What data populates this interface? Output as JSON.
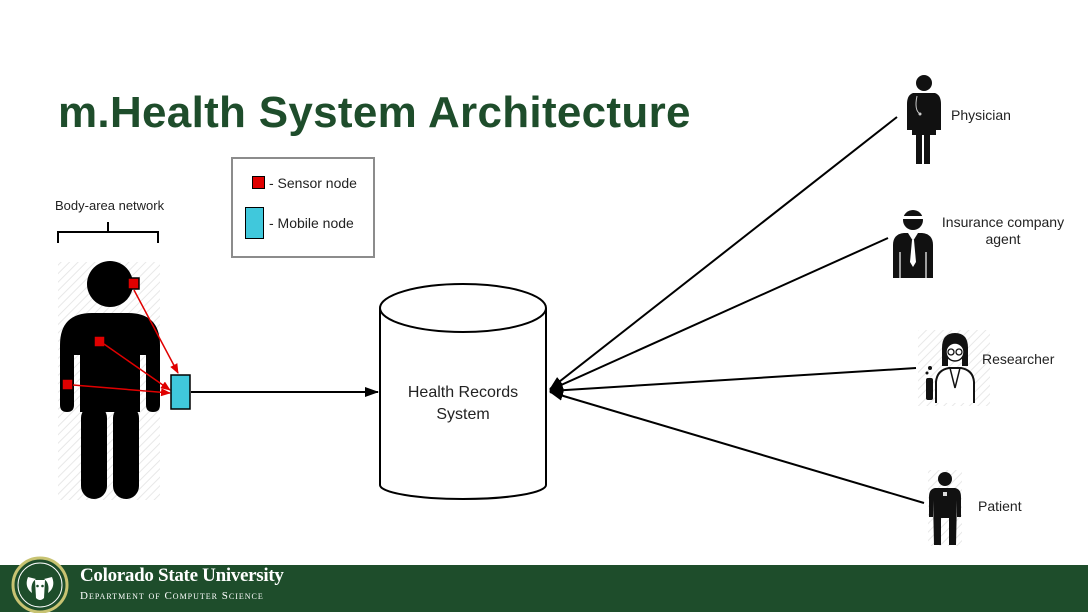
{
  "title": "m.Health System Architecture",
  "body_area_label": "Body-area network",
  "legend": {
    "sensor_label": "- Sensor node",
    "mobile_label": "- Mobile node"
  },
  "database": {
    "line1": "Health Records",
    "line2": "System"
  },
  "stakeholders": {
    "physician": "Physician",
    "insurance_line1": "Insurance company",
    "insurance_line2": "agent",
    "researcher": "Researcher",
    "patient": "Patient"
  },
  "footer": {
    "university": "Colorado State University",
    "department": "Department of Computer Science"
  },
  "colors": {
    "brand_green": "#1e4d2b",
    "sensor_red": "#e00000",
    "mobile_cyan": "#40c8dc"
  }
}
